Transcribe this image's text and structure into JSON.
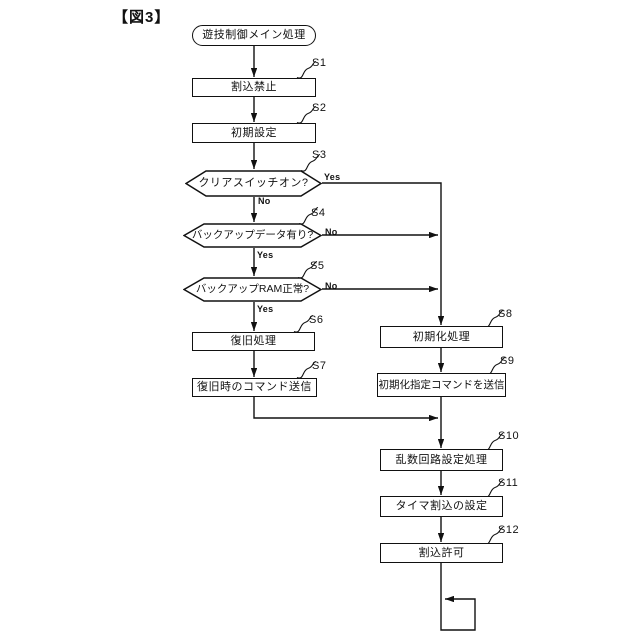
{
  "figure_label": "【図3】",
  "flowchart": {
    "start_label": "遊技制御メイン処理",
    "branch_labels": {
      "yes": "Yes",
      "no": "No"
    },
    "steps": [
      {
        "id": "S1",
        "label": "割込禁止",
        "type": "process"
      },
      {
        "id": "S2",
        "label": "初期設定",
        "type": "process"
      },
      {
        "id": "S3",
        "label": "クリアスイッチオン?",
        "type": "decision"
      },
      {
        "id": "S4",
        "label": "バックアップデータ有り?",
        "type": "decision"
      },
      {
        "id": "S5",
        "label": "バックアップRAM正常?",
        "type": "decision"
      },
      {
        "id": "S6",
        "label": "復旧処理",
        "type": "process"
      },
      {
        "id": "S7",
        "label": "復旧時のコマンド送信",
        "type": "process"
      },
      {
        "id": "S8",
        "label": "初期化処理",
        "type": "process"
      },
      {
        "id": "S9",
        "label": "初期化指定コマンドを送信",
        "type": "process"
      },
      {
        "id": "S10",
        "label": "乱数回路設定処理",
        "type": "process"
      },
      {
        "id": "S11",
        "label": "タイマ割込の設定",
        "type": "process"
      },
      {
        "id": "S12",
        "label": "割込許可",
        "type": "process"
      }
    ]
  }
}
